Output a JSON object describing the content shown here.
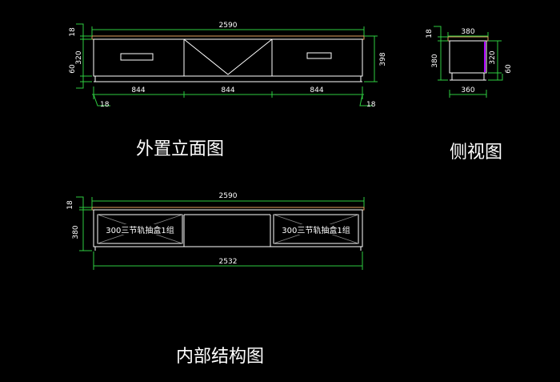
{
  "colors": {
    "background": "#000000",
    "outline": "#ffffff",
    "dimension_line": "#2ecc40",
    "top_board": "#e0a060",
    "side_panel_accent": "#b000ff"
  },
  "front_view": {
    "caption": "外置立面图",
    "total_width": "2590",
    "dims_left": [
      "18",
      "320",
      "60"
    ],
    "dim_right": "398",
    "bottom_segments": [
      "844",
      "844",
      "844"
    ],
    "leg_left": "18",
    "leg_right": "18"
  },
  "side_view": {
    "caption": "侧视图",
    "top_width": "380",
    "bottom_width": "360",
    "dims_left": [
      "18",
      "380"
    ],
    "dims_right": [
      "320",
      "60"
    ]
  },
  "internal_view": {
    "caption": "内部结构图",
    "total_width": "2590",
    "inner_width": "2532",
    "dim_top": "18",
    "dim_height": "380",
    "drawer_note_left": "300三节轨抽盒1组",
    "drawer_note_right": "300三节轨抽盒1组"
  }
}
